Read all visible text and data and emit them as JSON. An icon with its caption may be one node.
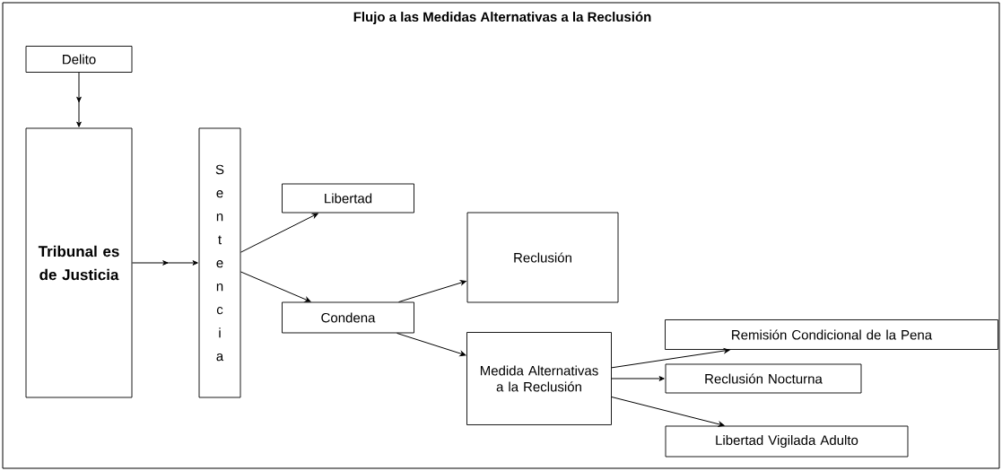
{
  "diagram": {
    "title": "Flujo a las Medidas Alternativas a la Reclusión",
    "nodes": [
      {
        "text": [
          "Delito"
        ]
      },
      {
        "text": [
          "Tribunal es de Justicia"
        ]
      },
      {
        "text": [
          "Sentencia"
        ]
      },
      {
        "text": [
          "Libertad"
        ]
      },
      {
        "text": [
          "Condena"
        ]
      },
      {
        "text": [
          "Reclusión"
        ]
      },
      {
        "text": [
          "Medida Alternativas a la Reclusión"
        ]
      },
      {
        "text": [
          "Remisión Condicional de la Pena"
        ]
      },
      {
        "text": [
          "Reclusión Nocturna"
        ]
      },
      {
        "text": [
          "Libertad Vigilada Adulto"
        ]
      }
    ],
    "edges": [
      {
        "from": 0,
        "to": 1,
        "arrow": "to"
      },
      {
        "from": 1,
        "to": 2,
        "arrow": "to"
      },
      {
        "from": 2,
        "to": 3,
        "arrow": "to"
      },
      {
        "from": 2,
        "to": 4,
        "arrow": "to"
      },
      {
        "from": 4,
        "to": 5,
        "arrow": "to"
      },
      {
        "from": 4,
        "to": 6,
        "arrow": "to"
      },
      {
        "from": 6,
        "to": 7,
        "arrow": "to"
      },
      {
        "from": 6,
        "to": 8,
        "arrow": "to"
      },
      {
        "from": 6,
        "to": 9,
        "arrow": "to"
      }
    ]
  }
}
